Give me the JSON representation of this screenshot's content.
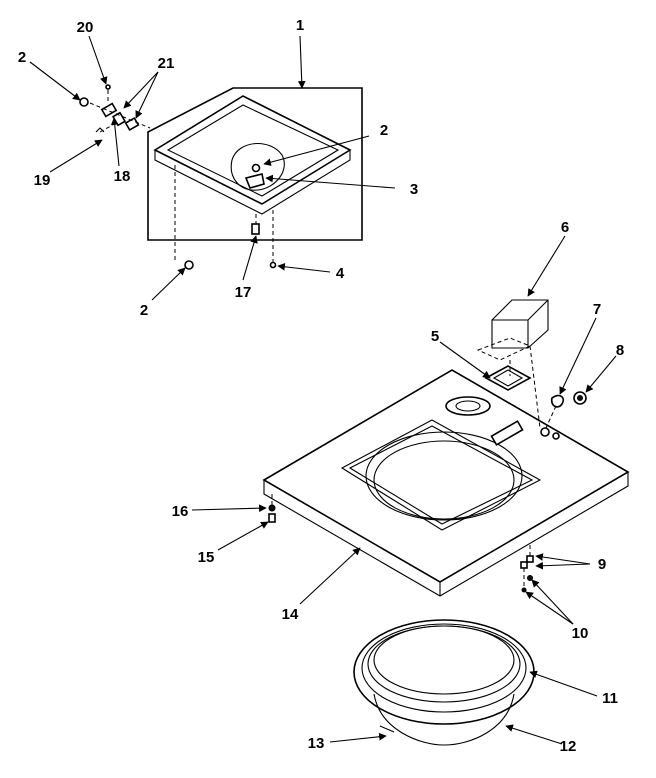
{
  "callouts": [
    "1",
    "2",
    "2",
    "2",
    "3",
    "4",
    "5",
    "6",
    "7",
    "8",
    "9",
    "10",
    "11",
    "12",
    "13",
    "14",
    "15",
    "16",
    "17",
    "18",
    "19",
    "20",
    "21"
  ]
}
